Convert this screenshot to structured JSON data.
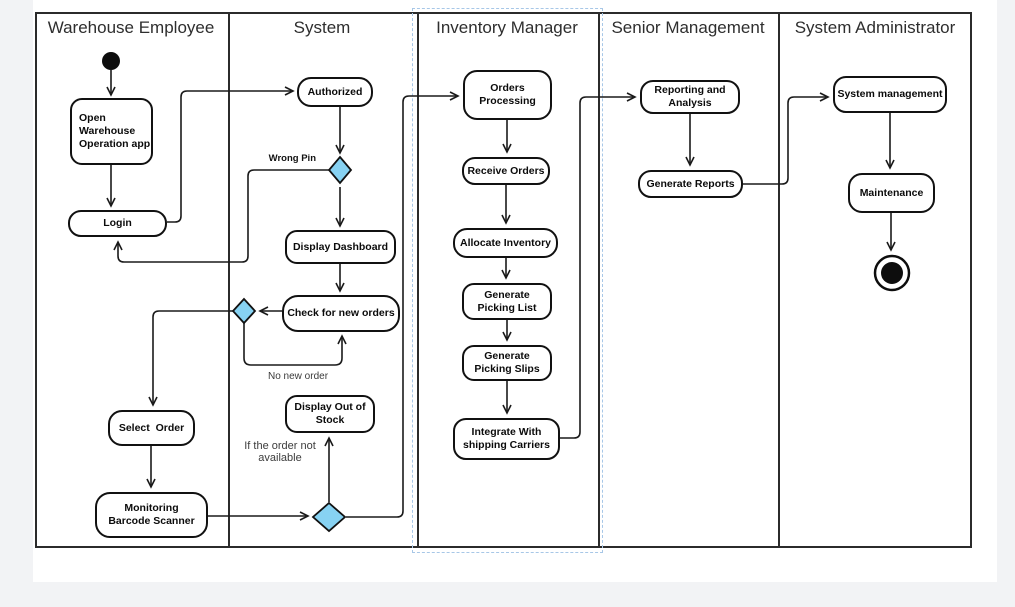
{
  "lanes": [
    {
      "title": "Warehouse Employee"
    },
    {
      "title": "System"
    },
    {
      "title": "Inventory Manager"
    },
    {
      "title": "Senior Management"
    },
    {
      "title": "System Administrator"
    }
  ],
  "nodes": {
    "open_app": "Open\nWarehouse\nOperation app",
    "login": "Login",
    "authorized": "Authorized",
    "display_dashboard": "Display Dashboard",
    "check_new_orders": "Check for new orders",
    "display_out_of_stock": "Display Out of\nStock",
    "select_order": "Select  Order",
    "monitoring_scanner": "Monitoring\nBarcode Scanner",
    "orders_processing": "Orders\nProcessing",
    "receive_orders": "Receive Orders",
    "allocate_inventory": "Allocate Inventory",
    "generate_picking_list": "Generate\nPicking List",
    "generate_picking_slips": "Generate\nPicking Slips",
    "integrate_shipping": "Integrate With\nshipping Carriers",
    "reporting_analysis": "Reporting and\nAnalysis",
    "generate_reports": "Generate Reports",
    "system_management": "System management",
    "maintenance": "Maintenance"
  },
  "edge_labels": {
    "wrong_pin": "Wrong Pin",
    "no_new_order": "No new order",
    "if_order_not_available": "If the order not\navailable"
  },
  "colors": {
    "decision_fill": "#87d2f2",
    "line": "#1a1a1a",
    "lane_border": "#2b2b2b",
    "selection": "#a7c7e7",
    "page_bg": "#f2f3f5",
    "canvas": "#ffffff"
  }
}
